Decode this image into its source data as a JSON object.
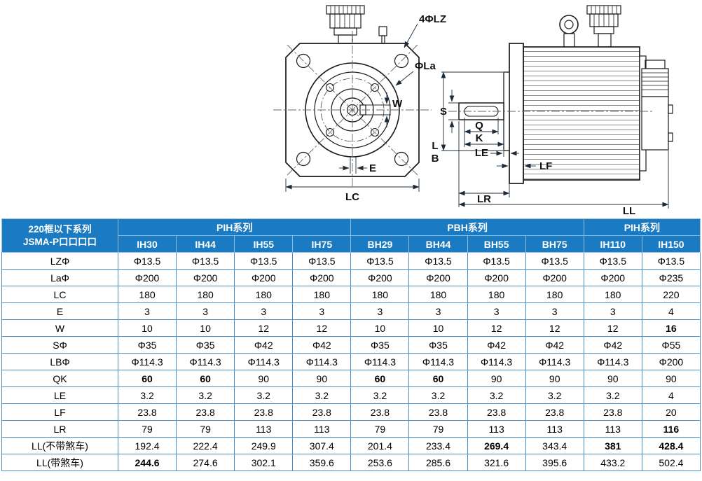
{
  "colors": {
    "header_bg": "#1a7ac2",
    "header_text": "#ffffff",
    "grid": "#4a8ec2",
    "body_text": "#000000"
  },
  "diagram": {
    "front": {
      "lz": "4ΦLZ",
      "la": "ΦLa",
      "w": "W",
      "e": "E",
      "lc": "LC"
    },
    "side": {
      "s": "S",
      "q": "Q",
      "k": "K",
      "le": "LE",
      "l": "L",
      "b": "B",
      "lf": "LF",
      "lr": "LR",
      "ll": "LL"
    }
  },
  "table": {
    "corner": {
      "line1": "220框以下系列",
      "line2": "JSMA-P口口口口"
    },
    "series": [
      {
        "label": "PIH系列",
        "span": 4
      },
      {
        "label": "PBH系列",
        "span": 4
      },
      {
        "label": "PIH系列",
        "span": 2
      }
    ],
    "models": [
      "IH30",
      "IH44",
      "IH55",
      "IH75",
      "BH29",
      "BH44",
      "BH55",
      "BH75",
      "IH110",
      "IH150"
    ],
    "rows": [
      {
        "label": "LZΦ",
        "values": [
          "Φ13.5",
          "Φ13.5",
          "Φ13.5",
          "Φ13.5",
          "Φ13.5",
          "Φ13.5",
          "Φ13.5",
          "Φ13.5",
          "Φ13.5",
          "Φ13.5"
        ],
        "bold": []
      },
      {
        "label": "LaΦ",
        "values": [
          "Φ200",
          "Φ200",
          "Φ200",
          "Φ200",
          "Φ200",
          "Φ200",
          "Φ200",
          "Φ200",
          "Φ200",
          "Φ235"
        ],
        "bold": []
      },
      {
        "label": "LC",
        "values": [
          "180",
          "180",
          "180",
          "180",
          "180",
          "180",
          "180",
          "180",
          "180",
          "220"
        ],
        "bold": []
      },
      {
        "label": "E",
        "values": [
          "3",
          "3",
          "3",
          "3",
          "3",
          "3",
          "3",
          "3",
          "3",
          "4"
        ],
        "bold": []
      },
      {
        "label": "W",
        "values": [
          "10",
          "10",
          "12",
          "12",
          "10",
          "10",
          "12",
          "12",
          "12",
          "16"
        ],
        "bold": [
          9
        ]
      },
      {
        "label": "SΦ",
        "values": [
          "Φ35",
          "Φ35",
          "Φ42",
          "Φ42",
          "Φ35",
          "Φ35",
          "Φ42",
          "Φ42",
          "Φ42",
          "Φ55"
        ],
        "bold": []
      },
      {
        "label": "LBΦ",
        "values": [
          "Φ114.3",
          "Φ114.3",
          "Φ114.3",
          "Φ114.3",
          "Φ114.3",
          "Φ114.3",
          "Φ114.3",
          "Φ114.3",
          "Φ114.3",
          "Φ200"
        ],
        "bold": []
      },
      {
        "label": "QK",
        "values": [
          "60",
          "60",
          "90",
          "90",
          "60",
          "60",
          "90",
          "90",
          "90",
          "90"
        ],
        "bold": [
          0,
          1,
          4,
          5
        ]
      },
      {
        "label": "LE",
        "values": [
          "3.2",
          "3.2",
          "3.2",
          "3.2",
          "3.2",
          "3.2",
          "3.2",
          "3.2",
          "3.2",
          "4"
        ],
        "bold": []
      },
      {
        "label": "LF",
        "values": [
          "23.8",
          "23.8",
          "23.8",
          "23.8",
          "23.8",
          "23.8",
          "23.8",
          "23.8",
          "23.8",
          "20"
        ],
        "bold": []
      },
      {
        "label": "LR",
        "values": [
          "79",
          "79",
          "113",
          "113",
          "79",
          "79",
          "113",
          "113",
          "113",
          "116"
        ],
        "bold": [
          9
        ]
      },
      {
        "label": "LL(不带煞车)",
        "values": [
          "192.4",
          "222.4",
          "249.9",
          "307.4",
          "201.4",
          "233.4",
          "269.4",
          "343.4",
          "381",
          "428.4"
        ],
        "bold": [
          6,
          8,
          9
        ]
      },
      {
        "label": "LL(带煞车)",
        "values": [
          "244.6",
          "274.6",
          "302.1",
          "359.6",
          "253.6",
          "285.6",
          "321.6",
          "395.6",
          "433.2",
          "502.4"
        ],
        "bold": [
          0
        ]
      }
    ]
  }
}
